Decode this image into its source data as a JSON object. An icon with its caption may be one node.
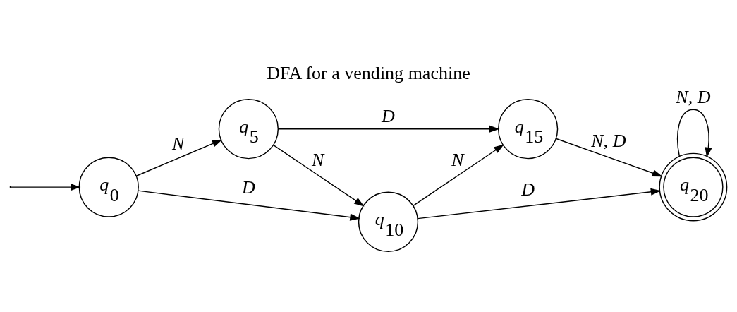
{
  "diagram": {
    "title": "DFA for a vending machine",
    "nodes": [
      {
        "text": [
          "q$_{0}$"
        ]
      },
      {
        "text": [
          "q$_{5}$"
        ]
      },
      {
        "text": [
          "q$_{10}$"
        ]
      },
      {
        "text": [
          "q$_{15}$"
        ]
      },
      {
        "text": [
          "q$_{20}$"
        ]
      }
    ],
    "edges": [
      {
        "from": null,
        "to": 0,
        "arrow": "to"
      },
      {
        "from": 0,
        "to": 1,
        "arrow": "to",
        "label": "N"
      },
      {
        "from": 0,
        "to": 2,
        "arrow": "to",
        "label": "D"
      },
      {
        "from": 1,
        "to": 2,
        "arrow": "to",
        "label": "N"
      },
      {
        "from": 1,
        "to": 3,
        "arrow": "to",
        "label": "D"
      },
      {
        "from": 2,
        "to": 3,
        "arrow": "to",
        "label": "N"
      },
      {
        "from": 3,
        "to": 4,
        "arrow": "to",
        "label": "N, D"
      },
      {
        "from": 2,
        "to": 4,
        "arrow": "to",
        "label": "D"
      },
      {
        "from": 4,
        "to": 4,
        "arrow": "to",
        "label": "N, D"
      }
    ]
  }
}
